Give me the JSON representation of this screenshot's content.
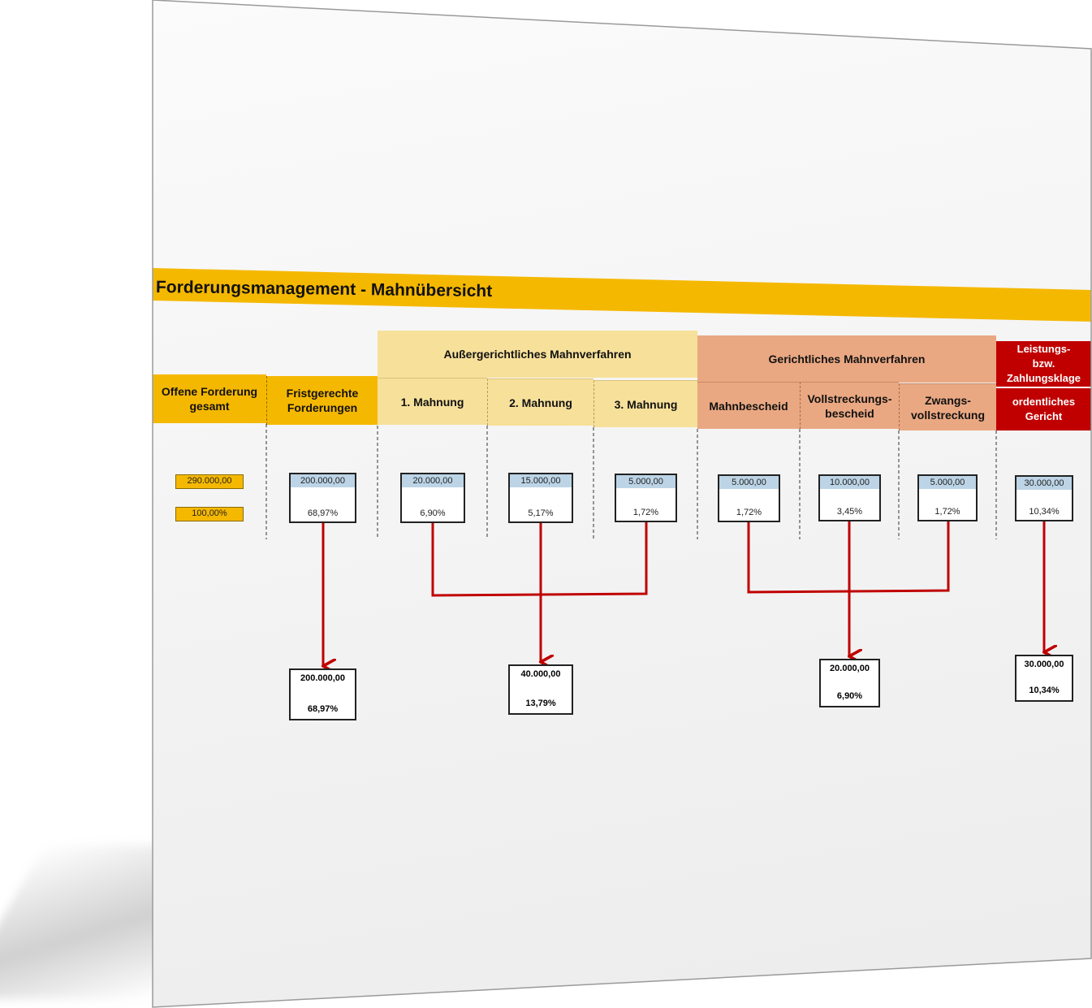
{
  "title": "Forderungsmanagement - Mahnübersicht",
  "groups": {
    "aussergerichtlich": "Außergerichtliches Mahnverfahren",
    "gerichtlich": "Gerichtliches Mahnverfahren",
    "klage": "Leistungs- bzw. Zahlungsklage"
  },
  "columns": {
    "offene": "Offene Forderung gesamt",
    "fristgerecht": "Fristgerechte Forderungen",
    "m1": "1. Mahnung",
    "m2": "2. Mahnung",
    "m3": "3. Mahnung",
    "mahnbescheid": "Mahnbescheid",
    "vollstreckungsbescheid": "Vollstreckungs-bescheid",
    "zwangsvollstreckung": "Zwangs-vollstreckung",
    "gericht": "ordentliches Gericht"
  },
  "totals": {
    "amount": "290.000,00",
    "percent": "100,00%"
  },
  "values": {
    "fristgerecht": {
      "amount": "200.000,00",
      "percent": "68,97%"
    },
    "m1": {
      "amount": "20.000,00",
      "percent": "6,90%"
    },
    "m2": {
      "amount": "15.000,00",
      "percent": "5,17%"
    },
    "m3": {
      "amount": "5.000,00",
      "percent": "1,72%"
    },
    "mahnbescheid": {
      "amount": "5.000,00",
      "percent": "1,72%"
    },
    "vollstreckungsbescheid": {
      "amount": "10.000,00",
      "percent": "3,45%"
    },
    "zwangsvollstreckung": {
      "amount": "5.000,00",
      "percent": "1,72%"
    },
    "gericht": {
      "amount": "30.000,00",
      "percent": "10,34%"
    }
  },
  "summaries": {
    "fristgerecht": {
      "amount": "200.000,00",
      "percent": "68,97%"
    },
    "aussergerichtlich": {
      "amount": "40.000,00",
      "percent": "13,79%"
    },
    "gerichtlich": {
      "amount": "20.000,00",
      "percent": "6,90%"
    },
    "gericht": {
      "amount": "30.000,00",
      "percent": "10,34%"
    }
  },
  "colors": {
    "title_bar": "#f5b800",
    "aussergerichtlich": "#f7e09a",
    "gerichtlich": "#eaa882",
    "klage": "#c00000",
    "arrow": "#c00000",
    "value_top": "#bcd4e6"
  }
}
